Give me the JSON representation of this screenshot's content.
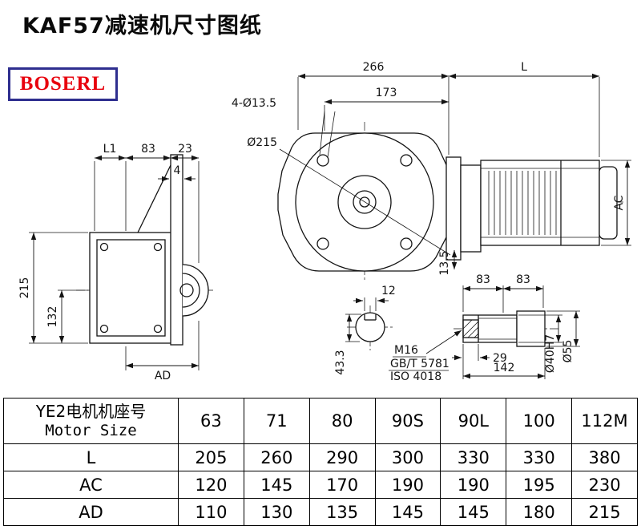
{
  "page": {
    "title": "KAF57减速机尺寸图纸",
    "brand": "BOSERL"
  },
  "drawing": {
    "top": {
      "overall_width": "266",
      "motor_length": "L",
      "flange_offset": "173",
      "bolt_holes": "4-Ø13.5",
      "flange_dia": "Ø215",
      "flange_thickness": "13.5",
      "motor_height": "AC"
    },
    "side_view": {
      "l1": "L1",
      "w83": "83",
      "w23": "23",
      "plate": "4",
      "h215": "215",
      "h132": "132",
      "ad": "AD"
    },
    "shaft_end": {
      "key_width": "12",
      "key_height": "43.3"
    },
    "bolt_note": {
      "thread": "M16",
      "std1": "GB/T 5781",
      "std2": "ISO 4018"
    },
    "output_shaft": {
      "len1": "83",
      "len2": "83",
      "key_len": "29",
      "total": "142",
      "bore": "Ø40H7",
      "dia": "Ø55"
    }
  },
  "table": {
    "header_cn": "YE2电机机座号",
    "header_en": "Motor Size",
    "columns": [
      "63",
      "71",
      "80",
      "90S",
      "90L",
      "100",
      "112M"
    ],
    "rows": [
      {
        "label": "L",
        "values": [
          "205",
          "260",
          "290",
          "300",
          "330",
          "330",
          "380"
        ]
      },
      {
        "label": "AC",
        "values": [
          "120",
          "145",
          "170",
          "190",
          "190",
          "195",
          "230"
        ]
      },
      {
        "label": "AD",
        "values": [
          "110",
          "130",
          "135",
          "145",
          "145",
          "180",
          "215"
        ]
      }
    ]
  }
}
